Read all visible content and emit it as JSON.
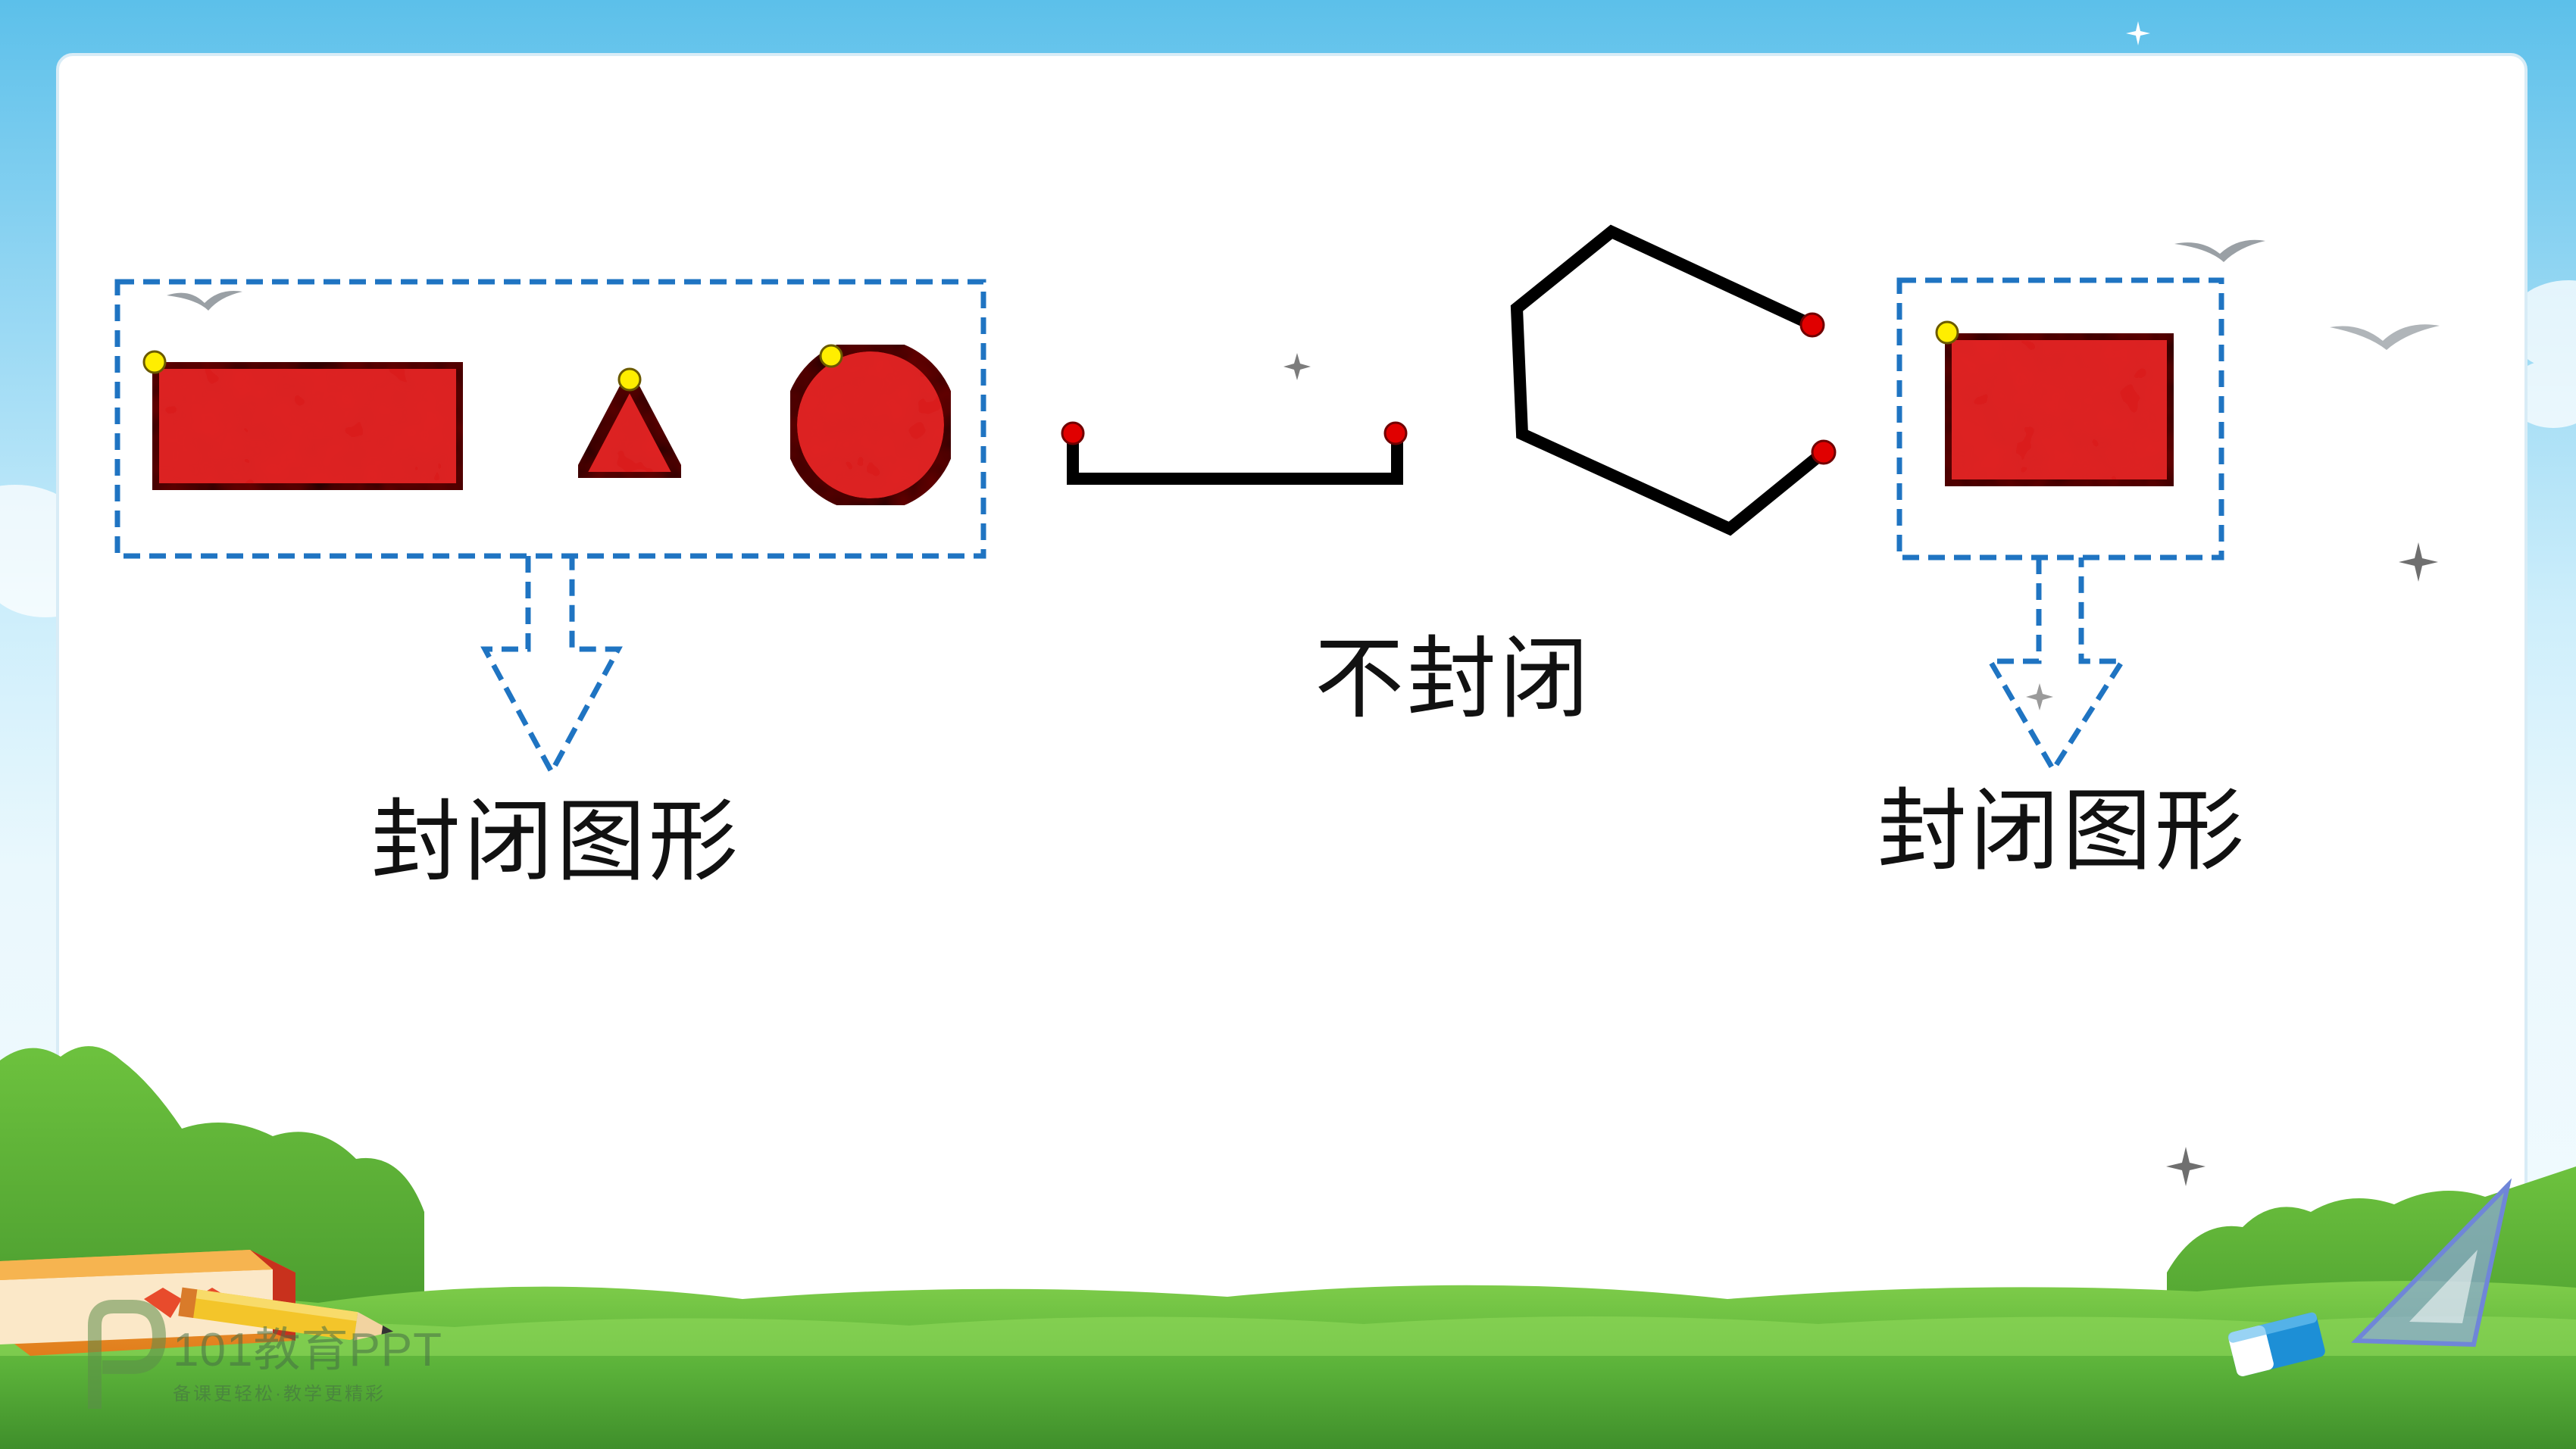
{
  "slide": {
    "labels": {
      "closed_left": "封闭图形",
      "not_closed": "不封闭",
      "closed_right": "封闭图形"
    },
    "watermark": {
      "name": "101教育PPT",
      "tagline": "备课更轻松·教学更精彩"
    }
  },
  "colors": {
    "sky": "#6ec6ee",
    "card": "#ffffff",
    "shape_fill": "#e02525",
    "outline": "#000000",
    "dashed_border": "#1f74c2",
    "start_dot": "#ffee00",
    "end_dot": "#e00000",
    "grass": "#5fb83a"
  },
  "icons": [
    "bird-icon",
    "sparkle-icon",
    "book-icon",
    "pencil-icon",
    "eraser-icon",
    "set-square-icon",
    "logo-icon"
  ]
}
